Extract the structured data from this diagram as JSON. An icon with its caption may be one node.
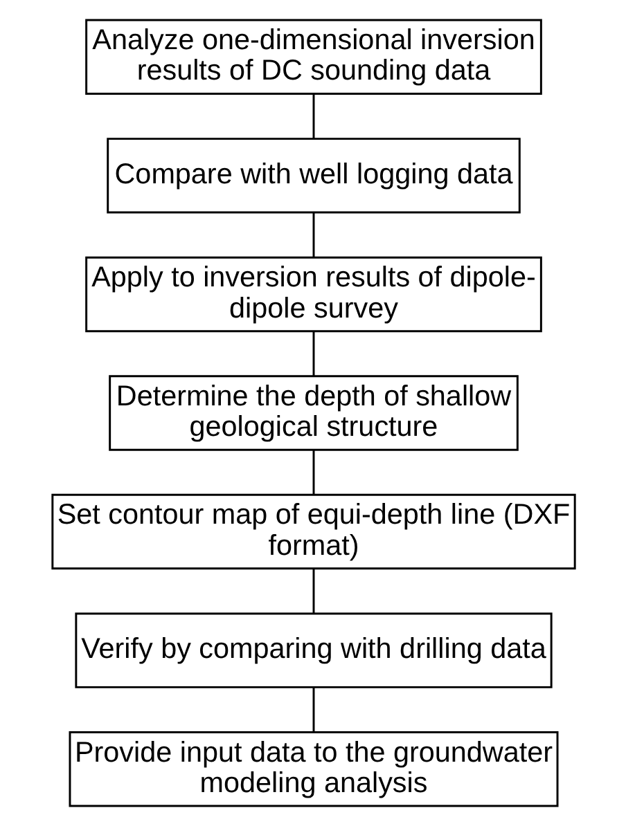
{
  "diagram": {
    "nodes": [
      {
        "text": [
          "Analyze one-dimensional inversion results of DC sounding data"
        ]
      },
      {
        "text": [
          "Compare with well logging data"
        ]
      },
      {
        "text": [
          "Apply to inversion results of dipole-dipole survey"
        ]
      },
      {
        "text": [
          "Determine the depth of shallow geological structure"
        ]
      },
      {
        "text": [
          "Set contour map of equi-depth line (DXF format)"
        ]
      },
      {
        "text": [
          "Verify by comparing with drilling data"
        ]
      },
      {
        "text": [
          "Provide input data to the groundwater modeling analysis"
        ]
      }
    ],
    "edges": [
      {
        "from": 0,
        "to": 1,
        "arrow": "none"
      },
      {
        "from": 1,
        "to": 2,
        "arrow": "none"
      },
      {
        "from": 2,
        "to": 3,
        "arrow": "none"
      },
      {
        "from": 3,
        "to": 4,
        "arrow": "none"
      },
      {
        "from": 4,
        "to": 5,
        "arrow": "none"
      },
      {
        "from": 5,
        "to": 6,
        "arrow": "none"
      }
    ]
  }
}
